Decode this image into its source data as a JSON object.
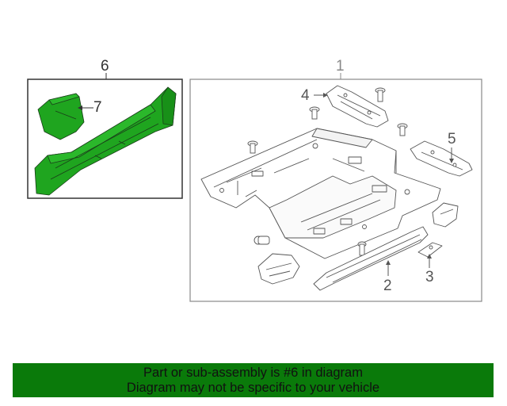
{
  "callouts": {
    "c1": "1",
    "c2": "2",
    "c3": "3",
    "c4": "4",
    "c5": "5",
    "c6": "6",
    "c7": "7"
  },
  "colors": {
    "highlight_part": "#1fa51f",
    "banner_bg": "#0a7a0a",
    "line": "#555555"
  },
  "banner": {
    "line1": "Part or sub-assembly is #6 in diagram",
    "line2": "Diagram may not be specific to your vehicle"
  }
}
